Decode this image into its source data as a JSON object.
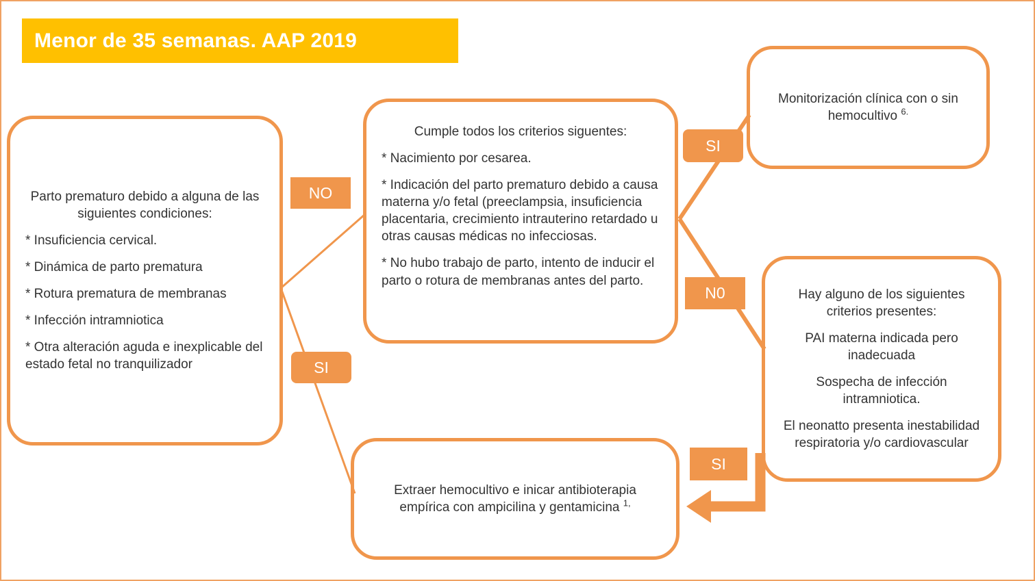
{
  "colors": {
    "accent_orange": "#F0964C",
    "banner_background": "#FFC000",
    "banner_text": "#FFFFFF",
    "body_text": "#333333",
    "canvas_border": "#F0A263"
  },
  "banner": {
    "title": "Menor de 35 semanas. AAP 2019"
  },
  "boxes": {
    "conditions": {
      "heading": "Parto prematuro debido a alguna de las siguientes condiciones:",
      "items": [
        "* Insuficiencia cervical.",
        "* Dinámica de parto prematura",
        "* Rotura prematura de membranas",
        "* Infección intramniotica",
        "* Otra alteración aguda e inexplicable del estado fetal no tranquilizador"
      ]
    },
    "criteria_all": {
      "heading": "Cumple todos los criterios siguentes:",
      "items": [
        "* Nacimiento por cesarea.",
        "* Indicación del parto prematuro debido a causa materna y/o fetal (preeclampsia, insuficiencia placentaria, crecimiento intrauterino retardado u otras causas médicas no infecciosas.",
        "* No hubo trabajo de parto, intento de inducir el parto o rotura de membranas antes del parto."
      ]
    },
    "monitoring": {
      "text": "Monitorización clínica con o sin hemocultivo ",
      "sup": "6."
    },
    "criteria_any": {
      "heading": "Hay alguno de los siguientes criterios presentes:",
      "items": [
        "PAI materna indicada pero inadecuada",
        "Sospecha de infección intramniotica.",
        "El neonatto presenta inestabilidad respiratoria y/o cardiovascular"
      ]
    },
    "action": {
      "text": "Extraer hemocultivo e inicar antibioterapia empírica con ampicilina y gentamicina ",
      "sup": "1,"
    }
  },
  "labels": {
    "no_left": "NO",
    "si_left": "SI",
    "si_top": "SI",
    "no_right": "N0",
    "si_bottom": "SI"
  }
}
